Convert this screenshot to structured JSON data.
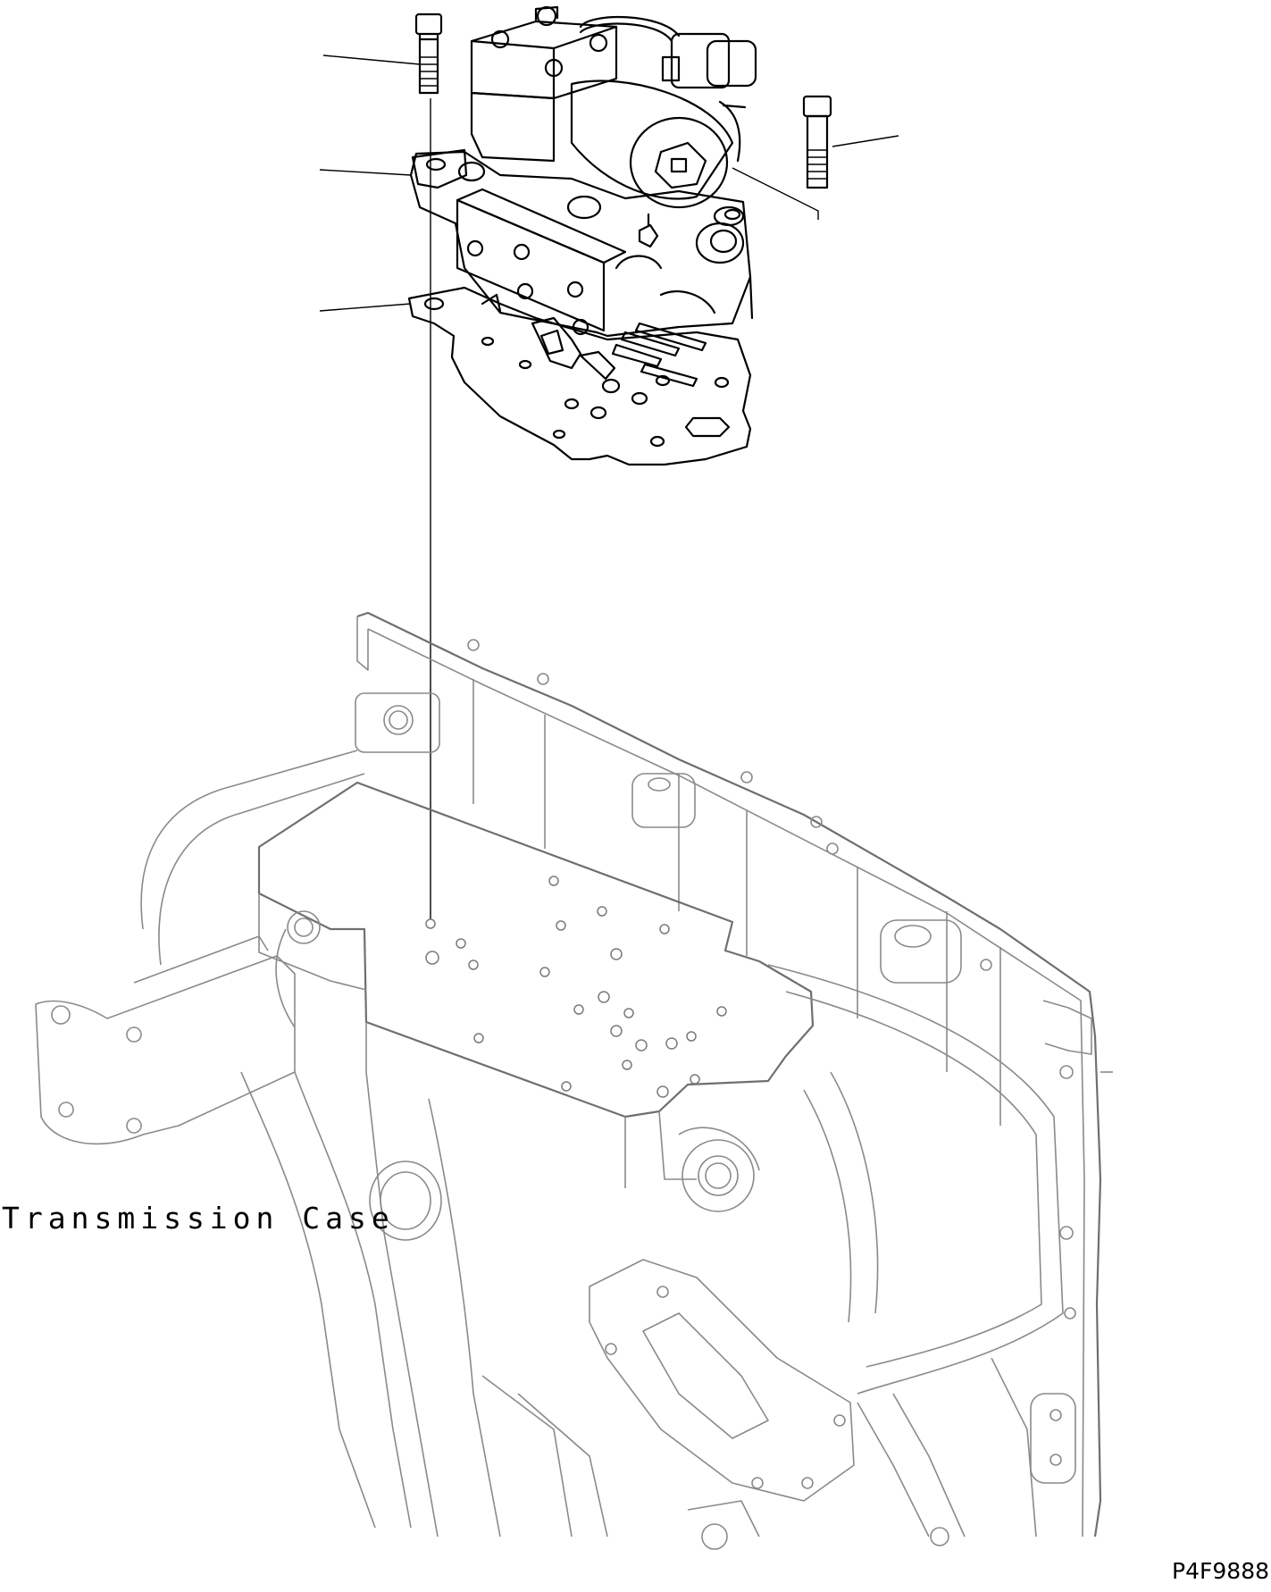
{
  "labels": {
    "transmission_case": "Transmission Case",
    "drawing_number": "P4F9888"
  },
  "colors": {
    "line": "#000000",
    "case_outline": "#8a8a8a",
    "background": "#ffffff"
  },
  "parts": [
    {
      "name": "mounting-bolt-left",
      "icon": "bolt-icon"
    },
    {
      "name": "mounting-bolt-right",
      "icon": "bolt-icon"
    },
    {
      "name": "control-valve-assembly",
      "icon": "valve-icon"
    },
    {
      "name": "valve-gasket",
      "icon": "gasket-icon"
    },
    {
      "name": "transmission-case",
      "icon": "housing-icon"
    }
  ]
}
